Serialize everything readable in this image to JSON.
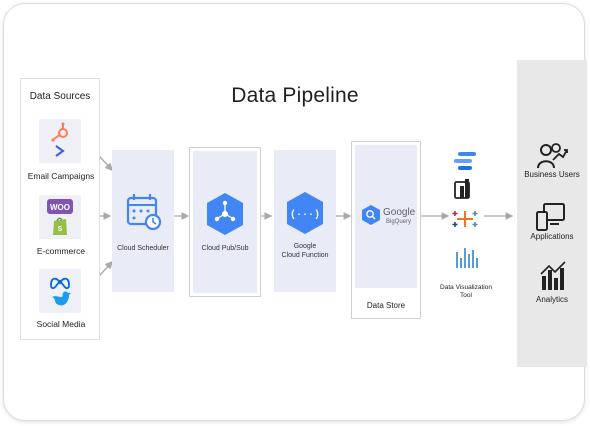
{
  "title": "Data Pipeline",
  "sources": {
    "title": "Data Sources",
    "items": [
      {
        "label": "Email Campaigns",
        "icons": [
          "hubspot-icon",
          "chevron-right-icon"
        ]
      },
      {
        "label": "E-commerce",
        "icons": [
          "woo-icon",
          "shopify-icon"
        ],
        "badge": "WOO"
      },
      {
        "label": "Social Media",
        "icons": [
          "meta-icon",
          "twitter-icon"
        ]
      }
    ]
  },
  "stages": {
    "scheduler": {
      "label": "Cloud Scheduler",
      "icon": "calendar-clock-icon"
    },
    "pubsub": {
      "label": "Cloud Pub/Sub",
      "icon": "pubsub-hex-icon"
    },
    "function": {
      "label_line1": "Google",
      "label_line2": "Cloud Function",
      "icon": "function-hex-icon"
    },
    "store": {
      "label": "Data Store",
      "logo_word": "Google",
      "logo_sub": "BigQuery",
      "icon": "bigquery-hex-icon"
    }
  },
  "viz": {
    "label_line1": "Data Visualization",
    "label_line2": "Tool",
    "icons": [
      "looker-studio-icon",
      "power-bi-icon",
      "tableau-icon",
      "tableau-dots-icon"
    ]
  },
  "consumers": [
    {
      "label": "Business Users",
      "icon": "users-growth-icon"
    },
    {
      "label": "Applications",
      "icon": "devices-icon"
    },
    {
      "label": "Analytics",
      "icon": "bar-chart-icon"
    }
  ],
  "colors": {
    "google_blue": "#4285f4",
    "stage_bg": "#e9ecf7",
    "consumer_bg": "#e8e8e8",
    "arrow": "#a8a8a8"
  }
}
